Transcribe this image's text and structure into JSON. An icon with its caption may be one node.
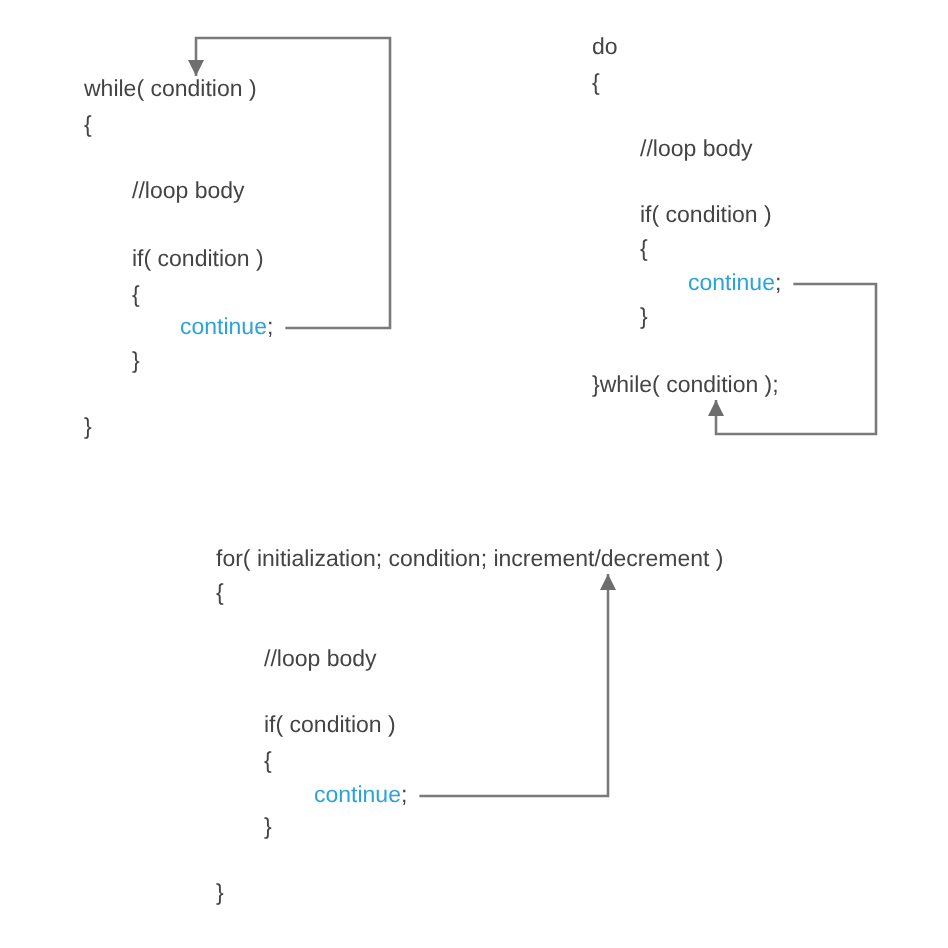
{
  "diagram": {
    "nodes": [
      {
        "text": [
          "while( condition )"
        ]
      },
      {
        "text": [
          "continue"
        ],
        "beside": [
          ";"
        ]
      },
      {
        "text": [
          "continue"
        ],
        "beside": [
          ";"
        ]
      },
      {
        "text": [
          "}while( condition );"
        ]
      },
      {
        "text": [
          "for( initialization; condition; increment/decrement )"
        ]
      },
      {
        "text": [
          "continue"
        ],
        "beside": [
          ";"
        ]
      }
    ],
    "edges": [
      {
        "from": 1,
        "to": 0,
        "arrow": "to"
      },
      {
        "from": 2,
        "to": 3,
        "arrow": "to"
      },
      {
        "from": 5,
        "to": 4,
        "arrow": "to"
      }
    ],
    "labels": [
      "{",
      "//loop body",
      "if( condition )",
      "{",
      "}",
      "}",
      "do",
      "{",
      "//loop body",
      "if( condition )",
      "{",
      "}",
      "{",
      "//loop body",
      "if( condition )",
      "{",
      "}",
      "}"
    ]
  }
}
